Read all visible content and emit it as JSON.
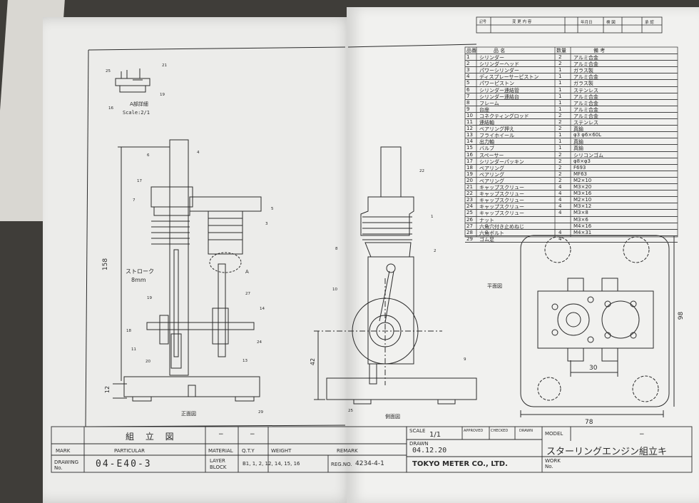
{
  "view_labels": {
    "front": "正面図",
    "side": "側面図",
    "top": "平面図",
    "detail": "A部詳細",
    "detail_scale": "Scale:2/1",
    "detail_marker": "A"
  },
  "dimensions": {
    "height_total": "158",
    "stroke_label": "ストローク",
    "stroke_value": "8mm",
    "base_height": "12",
    "shaft_height": "42",
    "top_width": "78",
    "top_depth": "98",
    "top_hole_spacing": "30"
  },
  "balloons": {
    "front": [
      "6",
      "4",
      "17",
      "7",
      "5",
      "3",
      "19",
      "27",
      "14",
      "18",
      "24",
      "11",
      "20",
      "13",
      "29"
    ],
    "side": [
      "22",
      "1",
      "8",
      "2",
      "10",
      "9",
      "25"
    ],
    "detail": [
      "25",
      "21",
      "16",
      "19"
    ]
  },
  "revision_header": {
    "mark": "記号",
    "change": "変 更 内 容",
    "date": "年月日",
    "check": "検 図",
    "approve": "承 認"
  },
  "parts_header": {
    "no": "品番",
    "name": "品 名",
    "qty": "数量",
    "note": "備 考"
  },
  "parts": [
    {
      "no": "1",
      "name": "シリンダー",
      "qty": "2",
      "note": "アルミ合金"
    },
    {
      "no": "2",
      "name": "シリンダーヘッド",
      "qty": "2",
      "note": "アルミ合金"
    },
    {
      "no": "3",
      "name": "パワーシリンダー",
      "qty": "1",
      "note": "ガラス製"
    },
    {
      "no": "4",
      "name": "ディスプレーサーピストン",
      "qty": "1",
      "note": "アルミ合金"
    },
    {
      "no": "5",
      "name": "パワーピストン",
      "qty": "1",
      "note": "ガラス製"
    },
    {
      "no": "6",
      "name": "シリンダー連結管",
      "qty": "1",
      "note": "ステンレス"
    },
    {
      "no": "7",
      "name": "シリンダー連結台",
      "qty": "1",
      "note": "アルミ合金"
    },
    {
      "no": "8",
      "name": "フレーム",
      "qty": "1",
      "note": "アルミ合金"
    },
    {
      "no": "9",
      "name": "台座",
      "qty": "1",
      "note": "アルミ合金"
    },
    {
      "no": "10",
      "name": "コネクティングロッド",
      "qty": "2",
      "note": "アルミ合金"
    },
    {
      "no": "11",
      "name": "連結軸",
      "qty": "2",
      "note": "ステンレス"
    },
    {
      "no": "12",
      "name": "ベアリング押え",
      "qty": "2",
      "note": "真鍮"
    },
    {
      "no": "13",
      "name": "フライホイール",
      "qty": "1",
      "note": "φ3  φ6×60L"
    },
    {
      "no": "14",
      "name": "出力軸",
      "qty": "1",
      "note": "真鍮"
    },
    {
      "no": "15",
      "name": "バルブ",
      "qty": "1",
      "note": "真鍮"
    },
    {
      "no": "16",
      "name": "スペーサー",
      "qty": "2",
      "note": "シリコンゴム"
    },
    {
      "no": "17",
      "name": "シリンダーパッキン",
      "qty": "2",
      "note": "φ8×φ3"
    },
    {
      "no": "18",
      "name": "ベアリング",
      "qty": "2",
      "note": "F693"
    },
    {
      "no": "19",
      "name": "ベアリング",
      "qty": "2",
      "note": "MF63"
    },
    {
      "no": "20",
      "name": "ベアリング",
      "qty": "2",
      "note": "M2×10"
    },
    {
      "no": "21",
      "name": "キャップスクリュー",
      "qty": "4",
      "note": "M3×20"
    },
    {
      "no": "22",
      "name": "キャップスクリュー",
      "qty": "4",
      "note": "M3×16"
    },
    {
      "no": "23",
      "name": "キャップスクリュー",
      "qty": "4",
      "note": "M2×10"
    },
    {
      "no": "24",
      "name": "キャップスクリュー",
      "qty": "4",
      "note": "M3×12"
    },
    {
      "no": "25",
      "name": "キャップスクリュー",
      "qty": "4",
      "note": "M3×8"
    },
    {
      "no": "26",
      "name": "ナット",
      "qty": "",
      "note": "M3×6"
    },
    {
      "no": "27",
      "name": "六角穴付き止めねじ",
      "qty": "",
      "note": "M4×16"
    },
    {
      "no": "28",
      "name": "六角ボルト",
      "qty": "4",
      "note": "M4×31"
    },
    {
      "no": "29",
      "name": "ゴム足",
      "qty": "4",
      "note": ""
    }
  ],
  "title_block": {
    "title": "組 立 図",
    "dash1": "−",
    "dash2": "−",
    "mark_label": "MARK",
    "particular_label": "PARTICULAR",
    "material_label": "MATERIAL",
    "qty_label": "Q.T.Y",
    "weight_label": "WEIGHT",
    "remark_label": "REMARK",
    "drawing_no_label": "DRAWING No.",
    "drawing_no": "04-E40-3",
    "material_value_1": "LAYER",
    "material_value_2": "BLOCK",
    "layers": "B1, 1, 2, 12, 14, 15, 16",
    "reg_no_label": "REG.NO.",
    "reg_no": "4234-4-1",
    "scale_label": "SCALE",
    "scale": "1/1",
    "drawn_label": "DRAWN",
    "date": "04.12.20",
    "company": "TOKYO METER CO., LTD.",
    "approved_label": "APPROVED",
    "checked_label": "CHECKED",
    "drawn_col_label": "DRAWN",
    "model_label": "MODEL",
    "model_value": "−",
    "product_name": "スターリングエンジン組立キ",
    "work_no_label": "WORK No."
  }
}
